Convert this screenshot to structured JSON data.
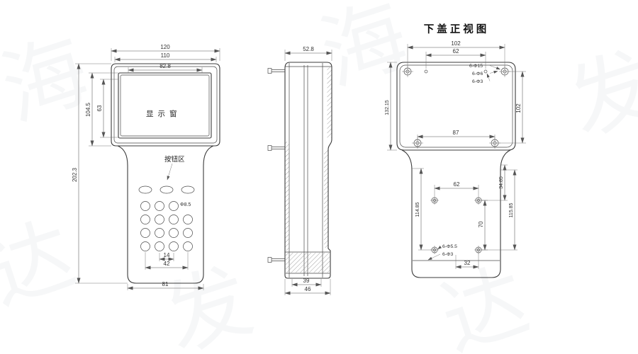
{
  "watermark": {
    "chars": [
      "海",
      "达",
      "发"
    ]
  },
  "front": {
    "display_label": "显示窗",
    "button_area_label": "按钮区",
    "button_diameter": "Φ8.5",
    "dims": {
      "top_width": "120",
      "inner_top_width": "110",
      "display_width": "82.8",
      "display_height": "63",
      "head_height": "104.5",
      "overall_height": "202.3",
      "button_pitch": "14",
      "button_span": "42",
      "body_width": "81"
    }
  },
  "side": {
    "dims": {
      "top_width": "52.8",
      "bottom_inner_width": "39",
      "bottom_width": "46"
    }
  },
  "cover": {
    "title": "下盖正视图",
    "dims": {
      "hole_span_width": "102",
      "pilot_span_width": "62",
      "left_height": "132.15",
      "hole_span_height": "102",
      "mid_hole_span": "87",
      "boss_span_width": "62",
      "upper_right_offset": "34.85",
      "left_boss_height": "114.85",
      "right_boss_height": "115.85",
      "boss_span_height": "70",
      "bottom_offset": "32"
    },
    "callouts": {
      "corner": [
        "6-Φ15",
        "6-Φ6",
        "6-Φ3"
      ],
      "boss": [
        "6-Φ5.5",
        "6-Φ3"
      ]
    }
  }
}
